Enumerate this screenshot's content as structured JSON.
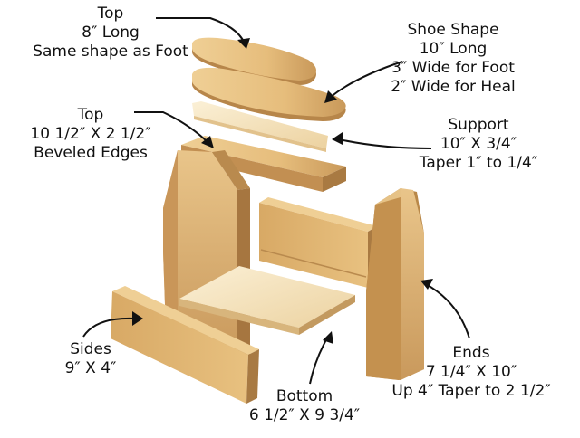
{
  "labels": {
    "top_piece": {
      "lines": [
        "Top",
        "8″ Long",
        "Same shape as Foot"
      ]
    },
    "shoe_shape": {
      "lines": [
        "Shoe Shape",
        "10″ Long",
        "3″ Wide for Foot",
        "2″ Wide for Heal"
      ]
    },
    "support": {
      "lines": [
        "Support",
        "10″ X 3/4″",
        "Taper 1″ to 1/4″"
      ]
    },
    "top_board": {
      "lines": [
        "Top",
        "10 1/2″ X 2 1/2″",
        "Beveled Edges"
      ]
    },
    "sides": {
      "lines": [
        "Sides",
        "9″ X 4″"
      ]
    },
    "bottom": {
      "lines": [
        "Bottom",
        "6 1/2″ X 9 3/4″"
      ]
    },
    "ends": {
      "lines": [
        "Ends",
        "7 1/4″ X 10″",
        "Up 4″ Taper to 2 1/2″"
      ]
    }
  },
  "colors": {
    "wood_light": "#f3d9a8",
    "wood_mid": "#dcb47a",
    "wood_dark": "#a87a43",
    "wood_pale": "#f8ecd0",
    "line": "#111111"
  }
}
